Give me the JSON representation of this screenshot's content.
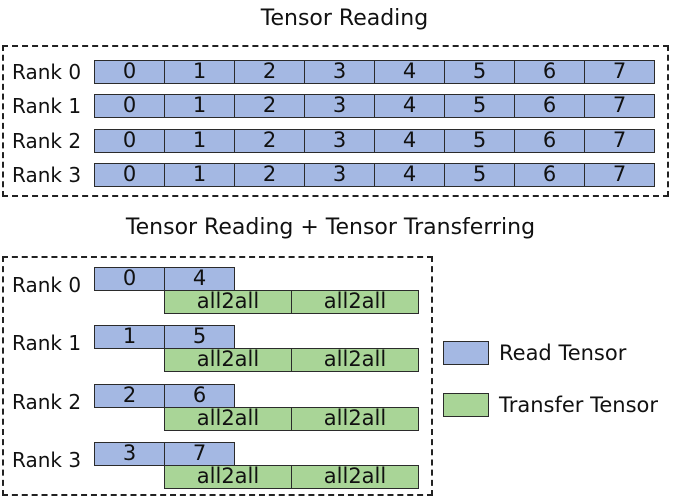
{
  "top": {
    "title": "Tensor Reading",
    "ranks": [
      {
        "label": "Rank 0",
        "cells": [
          "0",
          "1",
          "2",
          "3",
          "4",
          "5",
          "6",
          "7"
        ]
      },
      {
        "label": "Rank 1",
        "cells": [
          "0",
          "1",
          "2",
          "3",
          "4",
          "5",
          "6",
          "7"
        ]
      },
      {
        "label": "Rank 2",
        "cells": [
          "0",
          "1",
          "2",
          "3",
          "4",
          "5",
          "6",
          "7"
        ]
      },
      {
        "label": "Rank 3",
        "cells": [
          "0",
          "1",
          "2",
          "3",
          "4",
          "5",
          "6",
          "7"
        ]
      }
    ]
  },
  "bottom": {
    "title": "Tensor Reading + Tensor Transferring",
    "ranks": [
      {
        "label": "Rank 0",
        "read": [
          "0",
          "4"
        ],
        "transfer": [
          "all2all",
          "all2all"
        ]
      },
      {
        "label": "Rank 1",
        "read": [
          "1",
          "5"
        ],
        "transfer": [
          "all2all",
          "all2all"
        ]
      },
      {
        "label": "Rank 2",
        "read": [
          "2",
          "6"
        ],
        "transfer": [
          "all2all",
          "all2all"
        ]
      },
      {
        "label": "Rank 3",
        "read": [
          "3",
          "7"
        ],
        "transfer": [
          "all2all",
          "all2all"
        ]
      }
    ]
  },
  "legend": {
    "read_label": "Read Tensor",
    "transfer_label": "Transfer Tensor"
  },
  "colors": {
    "read": "#a4b8e3",
    "transfer": "#a9d597"
  }
}
